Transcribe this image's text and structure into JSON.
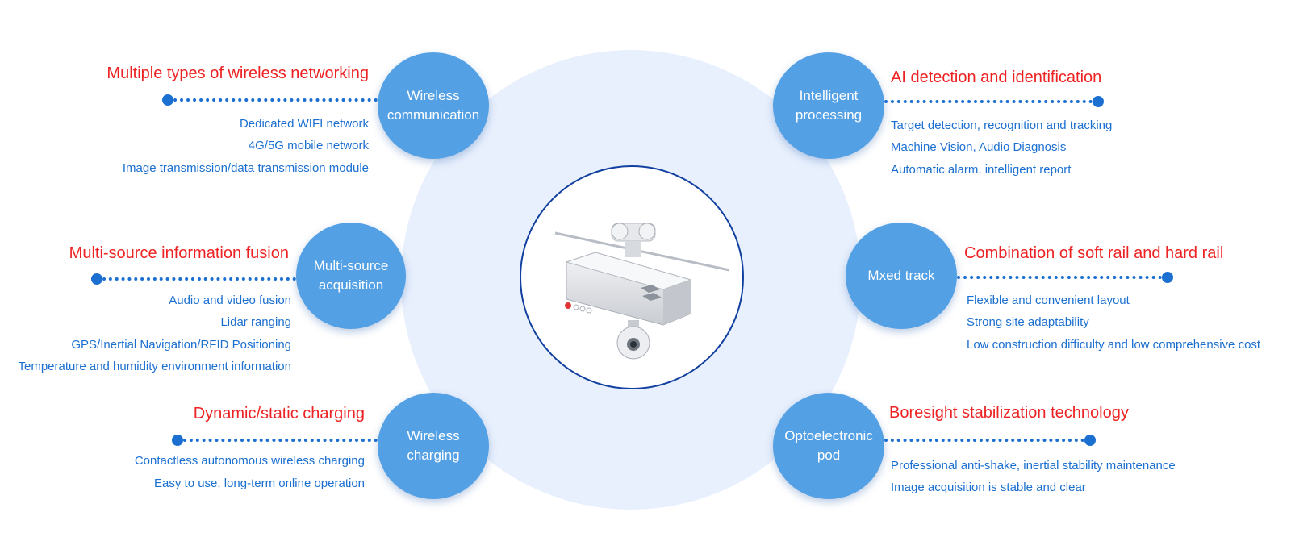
{
  "features": [
    {
      "id": "wireless-communication",
      "node_lines": [
        "Wireless",
        "communication"
      ],
      "heading": "Multiple types of wireless networking",
      "items": [
        "Dedicated WIFI network",
        "4G/5G mobile network",
        "Image transmission/data transmission module"
      ]
    },
    {
      "id": "multi-source-acquisition",
      "node_lines": [
        "Multi-source",
        "acquisition"
      ],
      "heading": "Multi-source information fusion",
      "items": [
        "Audio and video fusion",
        "Lidar ranging",
        "GPS/Inertial Navigation/RFID Positioning",
        "Temperature and humidity environment information"
      ]
    },
    {
      "id": "wireless-charging",
      "node_lines": [
        "Wireless",
        "charging"
      ],
      "heading": "Dynamic/static charging",
      "items": [
        "Contactless autonomous wireless charging",
        "Easy to use, long-term online operation"
      ]
    },
    {
      "id": "intelligent-processing",
      "node_lines": [
        "Intelligent",
        "processing"
      ],
      "heading": "AI detection and identification",
      "items": [
        "Target detection, recognition and tracking",
        "Machine Vision, Audio Diagnosis",
        "Automatic alarm, intelligent report"
      ]
    },
    {
      "id": "mixed-track",
      "node_lines": [
        "Mxed track"
      ],
      "heading": "Combination of soft rail and hard rail",
      "items": [
        "Flexible and convenient layout",
        "Strong site adaptability",
        "Low construction difficulty and low comprehensive cost"
      ]
    },
    {
      "id": "optoelectronic-pod",
      "node_lines": [
        "Optoelectronic",
        "pod"
      ],
      "heading": "Boresight stabilization technology",
      "items": [
        "Professional anti-shake, inertial stability maintenance",
        "Image acquisition is stable and clear"
      ]
    }
  ],
  "colors": {
    "node": "#54a0e4",
    "heading": "#ee2222",
    "item": "#1b6fd0",
    "background_circle": "#e8f0fd",
    "center_ring": "#1240a0"
  },
  "center_image": "rail-inspection-robot-icon"
}
